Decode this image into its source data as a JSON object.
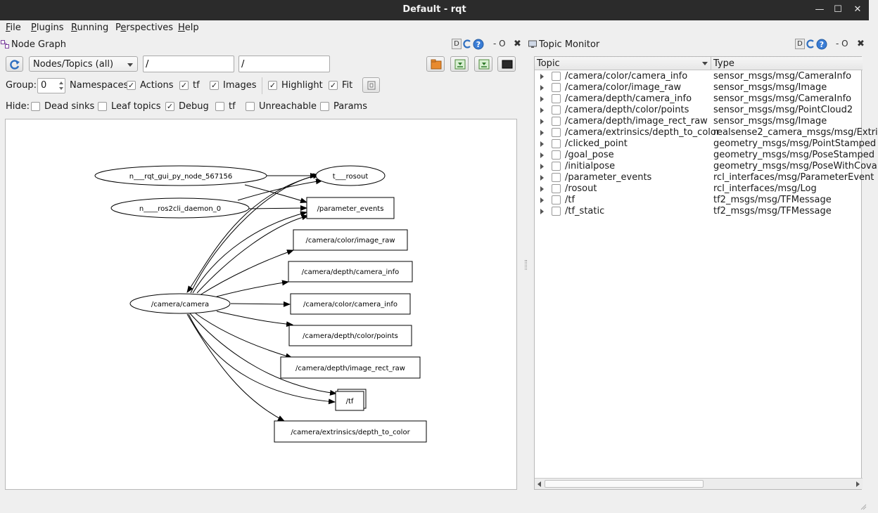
{
  "window": {
    "title": "Default - rqt"
  },
  "menu": [
    {
      "pre": "",
      "u": "F",
      "post": "ile"
    },
    {
      "pre": "",
      "u": "P",
      "post": "lugins"
    },
    {
      "pre": "",
      "u": "R",
      "post": "unning"
    },
    {
      "pre": "P",
      "u": "e",
      "post": "rspectives"
    },
    {
      "pre": "",
      "u": "H",
      "post": "elp"
    }
  ],
  "node_graph": {
    "title": "Node Graph",
    "ctrl_d": "D",
    "ctrl_o": "- O",
    "mode": "Nodes/Topics (all)",
    "filter_in": "/",
    "filter_out": "/",
    "group_label": "Group:",
    "group_value": "0",
    "options": {
      "namespaces": "Namespaces",
      "actions": "Actions",
      "tf": "tf",
      "images": "Images",
      "highlight": "Highlight",
      "fit": "Fit"
    },
    "hide_label": "Hide:",
    "hide": {
      "dead_sinks": "Dead sinks",
      "leaf_topics": "Leaf topics",
      "debug": "Debug",
      "tf": "tf",
      "unreachable": "Unreachable",
      "params": "Params"
    },
    "graph": {
      "nodes": {
        "rqt_gui": "n___rqt_gui_py_node_567156",
        "rosout": "t___rosout",
        "ros2cli": "n____ros2cli_daemon_0",
        "parameter_events": "/parameter_events",
        "image_raw": "/camera/color/image_raw",
        "depth_camera_info": "/camera/depth/camera_info",
        "camera": "/camera/camera",
        "color_camera_info": "/camera/color/camera_info",
        "depth_color_points": "/camera/depth/color/points",
        "image_rect_raw": "/camera/depth/image_rect_raw",
        "tf": "/tf",
        "extrinsics": "/camera/extrinsics/depth_to_color"
      }
    }
  },
  "topic_monitor": {
    "title": "Topic Monitor",
    "ctrl_d": "D",
    "ctrl_o": "- O",
    "columns": {
      "topic": "Topic",
      "type": "Type"
    },
    "rows": [
      {
        "topic": "/camera/color/camera_info",
        "type": "sensor_msgs/msg/CameraInfo"
      },
      {
        "topic": "/camera/color/image_raw",
        "type": "sensor_msgs/msg/Image"
      },
      {
        "topic": "/camera/depth/camera_info",
        "type": "sensor_msgs/msg/CameraInfo"
      },
      {
        "topic": "/camera/depth/color/points",
        "type": "sensor_msgs/msg/PointCloud2"
      },
      {
        "topic": "/camera/depth/image_rect_raw",
        "type": "sensor_msgs/msg/Image"
      },
      {
        "topic": "/camera/extrinsics/depth_to_color",
        "type": "realsense2_camera_msgs/msg/Extri"
      },
      {
        "topic": "/clicked_point",
        "type": "geometry_msgs/msg/PointStamped"
      },
      {
        "topic": "/goal_pose",
        "type": "geometry_msgs/msg/PoseStamped"
      },
      {
        "topic": "/initialpose",
        "type": "geometry_msgs/msg/PoseWithCova"
      },
      {
        "topic": "/parameter_events",
        "type": "rcl_interfaces/msg/ParameterEvent"
      },
      {
        "topic": "/rosout",
        "type": "rcl_interfaces/msg/Log"
      },
      {
        "topic": "/tf",
        "type": "tf2_msgs/msg/TFMessage"
      },
      {
        "topic": "/tf_static",
        "type": "tf2_msgs/msg/TFMessage"
      }
    ]
  },
  "colors": {
    "titlebar": "#2b2b2b",
    "accent": "#3a7dd6"
  }
}
